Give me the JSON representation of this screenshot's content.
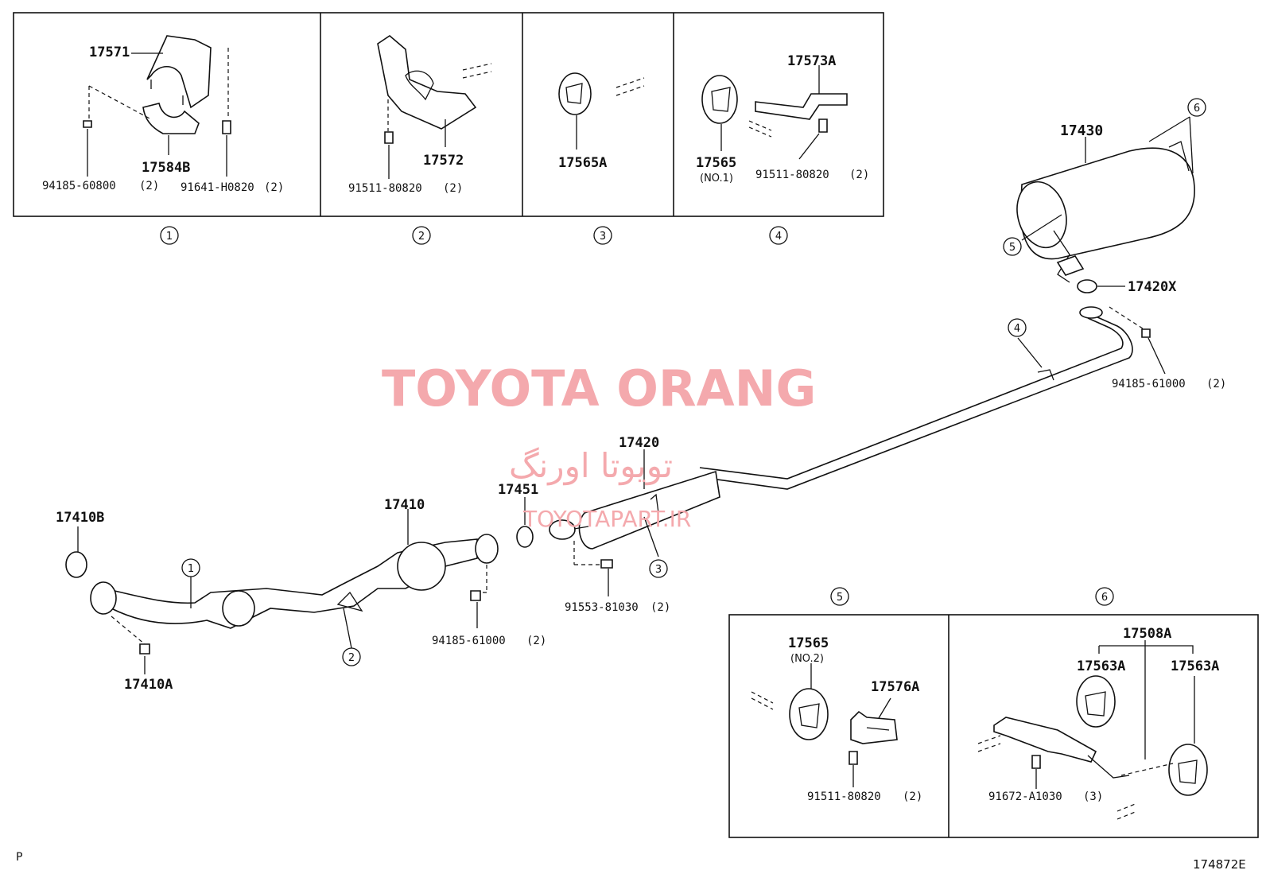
{
  "watermark": {
    "title": "TOYOTA ORANG",
    "persian": "تویوتا اورنگ",
    "site": "TOYOTAPART.IR"
  },
  "footer": {
    "left_mark": "P",
    "diagram_id": "174872E"
  },
  "detail_boxes": {
    "b1": {
      "circle": "1",
      "parts": [
        "17571",
        "17584B"
      ],
      "fasteners": [
        {
          "pn": "94185-60800",
          "qty": "(2)"
        },
        {
          "pn": "91641-H0820",
          "qty": "(2)"
        }
      ]
    },
    "b2": {
      "circle": "2",
      "parts": [
        "17572"
      ],
      "fasteners": [
        {
          "pn": "91511-80820",
          "qty": "(2)"
        }
      ]
    },
    "b3": {
      "circle": "3",
      "parts": [
        "17565A"
      ]
    },
    "b4": {
      "circle": "4",
      "parts": [
        "17565",
        "17573A"
      ],
      "note": "(NO.1)",
      "fasteners": [
        {
          "pn": "91511-80820",
          "qty": "(2)"
        }
      ]
    },
    "b5": {
      "circle": "5",
      "parts": [
        "17565",
        "17576A"
      ],
      "note": "(NO.2)",
      "fasteners": [
        {
          "pn": "91511-80820",
          "qty": "(2)"
        }
      ]
    },
    "b6": {
      "circle": "6",
      "parts": [
        "17508A",
        "17563A",
        "17563A"
      ],
      "fasteners": [
        {
          "pn": "91672-A1030",
          "qty": "(3)"
        }
      ]
    }
  },
  "main": {
    "parts": [
      "17410B",
      "17410A",
      "17410",
      "17451",
      "17420",
      "17430",
      "17420X"
    ],
    "fasteners": [
      {
        "pn": "94185-61000",
        "qty": "(2)"
      },
      {
        "pn": "91553-81030",
        "qty": "(2)"
      },
      {
        "pn": "94185-61000",
        "qty": "(2)"
      }
    ],
    "callouts": [
      "1",
      "2",
      "3",
      "4",
      "5",
      "6"
    ]
  }
}
